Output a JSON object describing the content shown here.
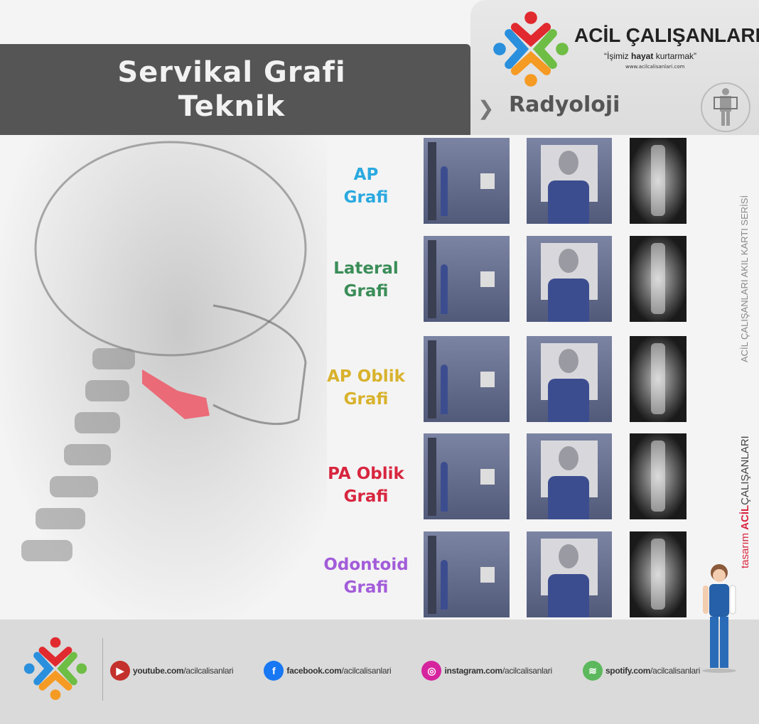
{
  "header": {
    "title_line1": "Servikal Grafi",
    "title_line2": "Teknik",
    "brand_name": "ACİL ÇALIŞANLARI",
    "slogan_open": "“İşimiz ",
    "slogan_bold": "hayat",
    "slogan_close": " kurtarmak”",
    "brand_url": "www.acilcalisanlari.com",
    "section": "Radyoloji",
    "section_icon": "xray-body-icon"
  },
  "views": [
    {
      "line1": "AP",
      "line2": "Grafi",
      "color": "#2aa9df"
    },
    {
      "line1": "Lateral",
      "line2": "Grafi",
      "color": "#3b8d58"
    },
    {
      "line1": "AP Oblik",
      "line2": "Grafi",
      "color": "#d8b22c"
    },
    {
      "line1": "PA Oblik",
      "line2": "Grafi",
      "color": "#d8263f"
    },
    {
      "line1": "Odontoid",
      "line2": "Grafi",
      "color": "#a25cd9"
    }
  ],
  "side": {
    "series": "ACİL ÇALIŞANLARI AKIL KARTI SERİSİ",
    "design_prefix": "tasarım",
    "design_brand_bold": "ACİL",
    "design_brand_rest": "ÇALIŞANLARI"
  },
  "footer": {
    "socials": [
      {
        "icon": "youtube-icon",
        "domain": "youtube.com",
        "handle": "/acilcalisanlari",
        "color": "#c4302b"
      },
      {
        "icon": "facebook-icon",
        "domain": "facebook.com",
        "handle": "/acilcalisanlari",
        "color": "#1877f2"
      },
      {
        "icon": "instagram-icon",
        "domain": "instagram.com",
        "handle": "/acilcalisanlari",
        "color": "#d6249f"
      },
      {
        "icon": "spotify-icon",
        "domain": "spotify.com",
        "handle": "/acilcalisanlari",
        "color": "#5cb85c"
      }
    ]
  }
}
